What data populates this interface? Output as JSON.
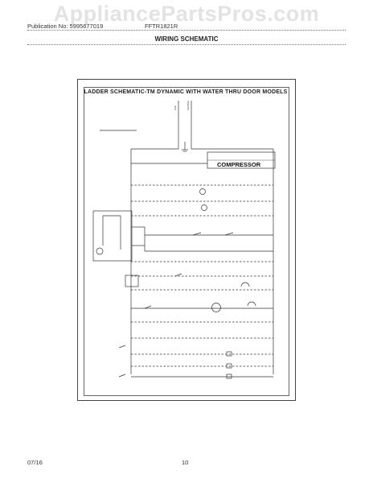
{
  "watermark": "AppliancePartsPros.com",
  "header": {
    "publication": "Publication No: 5995677019",
    "model": "FFTR1821R"
  },
  "title": "WIRING SCHEMATIC",
  "schematic": {
    "heading": "LADDER SCHEMATIC-TM DYNAMIC WITH WATER THRU DOOR MODELS",
    "compressor": "COMPRESSOR"
  },
  "footer": {
    "date": "07/16",
    "page": "10"
  }
}
